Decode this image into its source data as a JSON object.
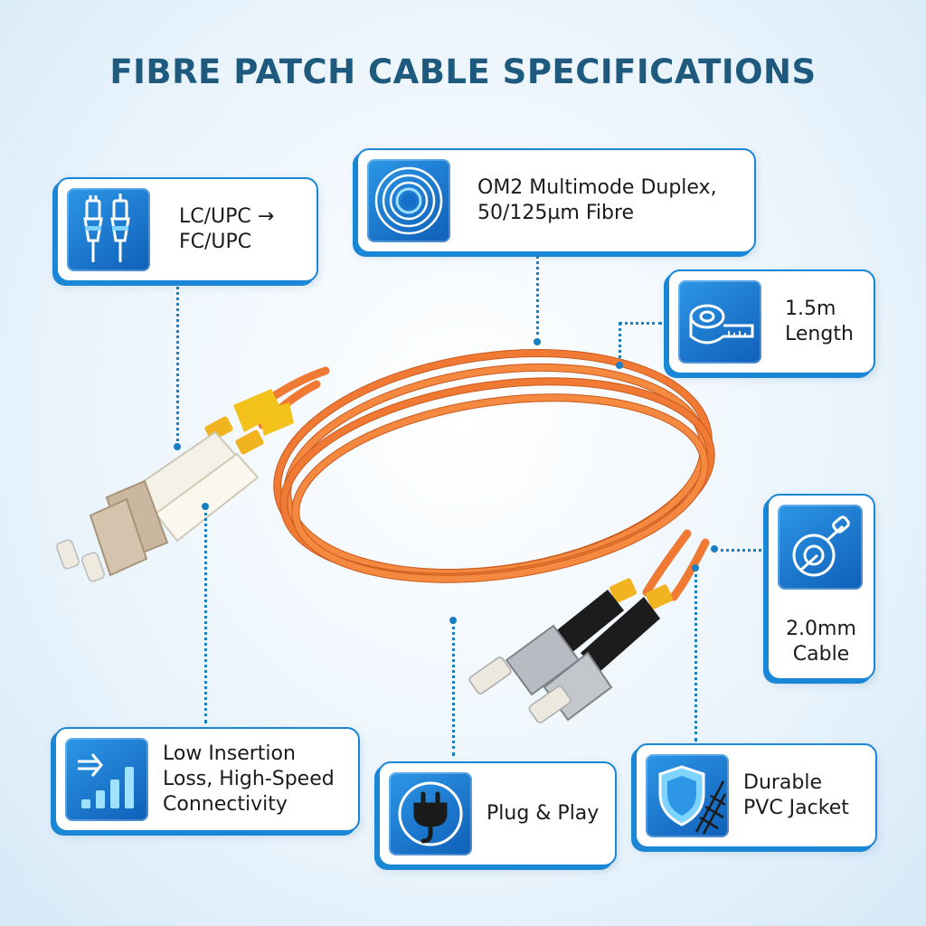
{
  "title": "FIBRE PATCH CABLE SPECIFICATIONS",
  "features": {
    "connector": {
      "line1": "LC/UPC →",
      "line2": "FC/UPC",
      "icon": "connector-icon"
    },
    "fibre": {
      "line1": "OM2 Multimode Duplex,",
      "line2": "50/125µm Fibre",
      "icon": "fibre-core-icon"
    },
    "length": {
      "line1": "1.5m",
      "line2": "Length",
      "icon": "tape-measure-icon"
    },
    "cable": {
      "line1": "2.0mm",
      "line2": "Cable",
      "icon": "cable-end-icon"
    },
    "loss": {
      "line1": "Low Insertion",
      "line2": "Loss, High-Speed",
      "line3": "Connectivity",
      "icon": "signal-bars-icon"
    },
    "plug": {
      "line1": "Plug & Play",
      "icon": "power-plug-icon"
    },
    "jacket": {
      "line1": "Durable",
      "line2": "PVC Jacket",
      "icon": "shield-icon"
    }
  },
  "colors": {
    "accent": "#1a86d6",
    "title": "#1e5a7e",
    "cable": "#f07a33"
  }
}
